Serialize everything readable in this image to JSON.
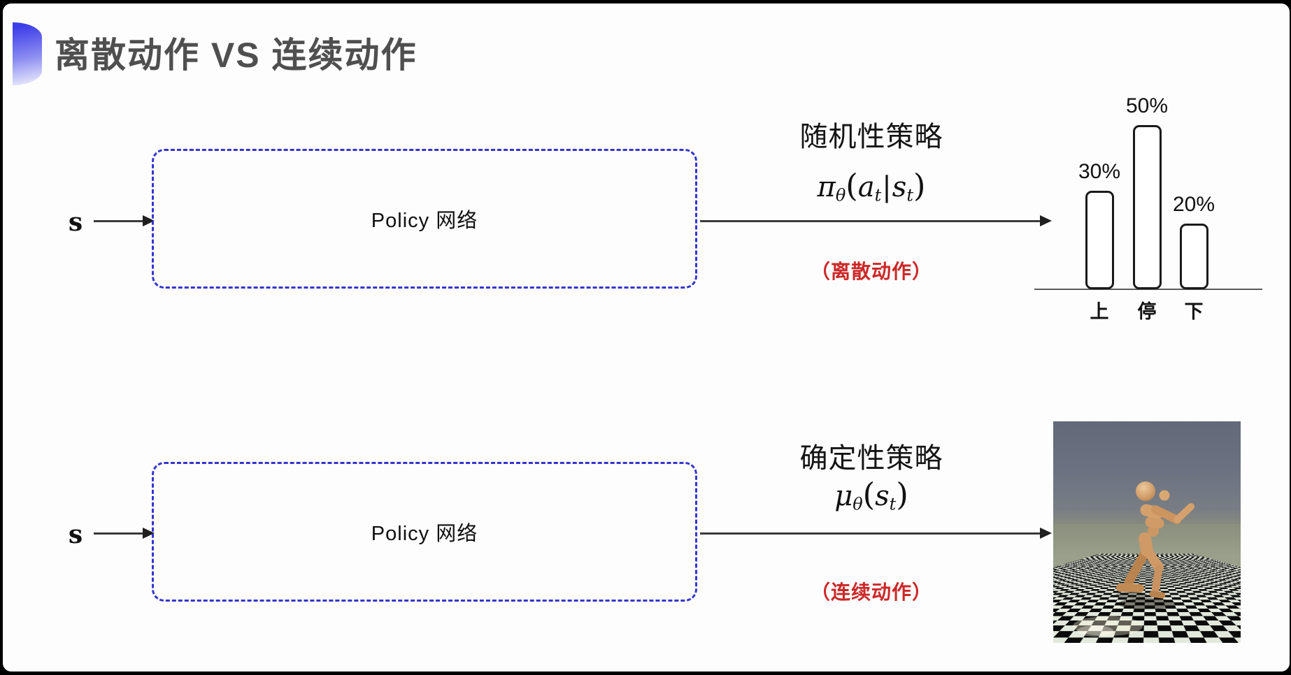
{
  "slide": {
    "title": "离散动作 VS 连续动作"
  },
  "colors": {
    "title_gray": "#4f4f4f",
    "box_dash_blue": "#3535cd",
    "arrow_dark": "#2b2b2b",
    "action_note_red": "#cd2727",
    "bullet_blue_top": "#3d3de8",
    "bullet_blue_bottom": "#eaeafc",
    "robot_body_tan": "#cf9a66",
    "sky_gray_blue": "#666c7e",
    "floor_tile_light": "#e2e9dc",
    "floor_tile_dark": "#0b0b0b"
  },
  "flows": {
    "stochastic": {
      "input_label": "s",
      "box_label": "Policy 网络",
      "policy_name": "随机性策略",
      "formula": {
        "symbol": "π",
        "symbol_sub": "θ",
        "open": "(",
        "arg1": "a",
        "arg1_sub": "t",
        "separator": "|",
        "arg2": "s",
        "arg2_sub": "t",
        "close": ")"
      },
      "action_note": "（离散动作）"
    },
    "deterministic": {
      "input_label": "s",
      "box_label": "Policy 网络",
      "policy_name": "确定性策略",
      "formula": {
        "symbol": "μ",
        "symbol_sub": "θ",
        "open": "(",
        "arg1": "s",
        "arg1_sub": "t",
        "close": ")"
      },
      "action_note": "（连续动作）"
    }
  },
  "chart_data": {
    "type": "bar",
    "categories": [
      "上",
      "停",
      "下"
    ],
    "values": [
      30,
      50,
      20
    ],
    "value_labels": [
      "30%",
      "50%",
      "20%"
    ],
    "ylim": [
      0,
      55
    ],
    "grid": false,
    "legend": false,
    "bar_fill": "#ffffff",
    "bar_stroke": "#1a1a1a"
  }
}
